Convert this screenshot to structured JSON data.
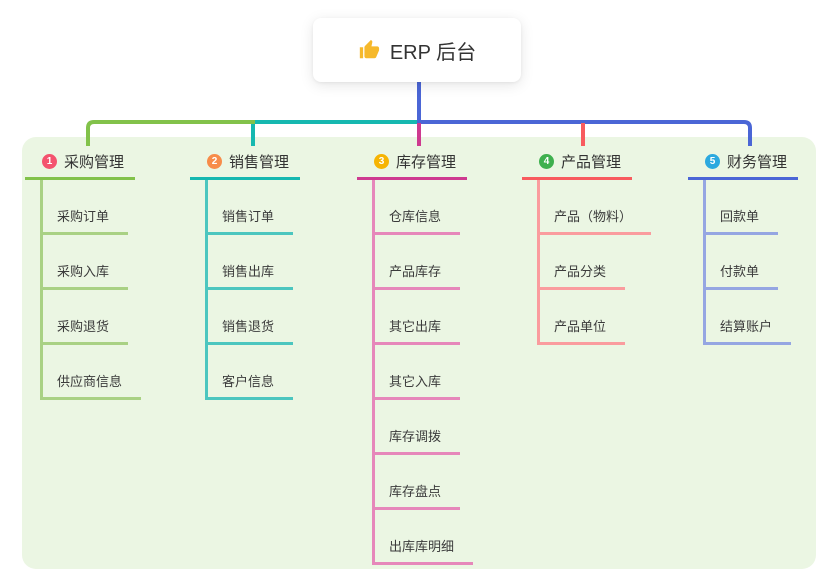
{
  "root": {
    "title": "ERP 后台",
    "icon": "thumbs-up-icon",
    "icon_color": "#F6B92B"
  },
  "canvas": {
    "background": "#ffffff",
    "panel_background": "#EBF6E3",
    "trunk_color": "#4B66D6"
  },
  "branches": [
    {
      "index": "1",
      "title": "采购管理",
      "badge_color": "#F4536E",
      "line_color": "#82C24A",
      "sub_line_color": "#A9D184",
      "items": [
        "采购订单",
        "采购入库",
        "采购退货",
        "供应商信息"
      ]
    },
    {
      "index": "2",
      "title": "销售管理",
      "badge_color": "#F78C49",
      "line_color": "#16B8B0",
      "sub_line_color": "#4CC6BF",
      "items": [
        "销售订单",
        "销售出库",
        "销售退货",
        "客户信息"
      ]
    },
    {
      "index": "3",
      "title": "库存管理",
      "badge_color": "#F6B403",
      "line_color": "#CE3A90",
      "sub_line_color": "#E687BA",
      "items": [
        "仓库信息",
        "产品库存",
        "其它出库",
        "其它入库",
        "库存调拨",
        "库存盘点",
        "出库库明细"
      ]
    },
    {
      "index": "4",
      "title": "产品管理",
      "badge_color": "#3EB04E",
      "line_color": "#F85B5E",
      "sub_line_color": "#FA9C9E",
      "items": [
        "产品（物料）",
        "产品分类",
        "产品单位"
      ]
    },
    {
      "index": "5",
      "title": "财务管理",
      "badge_color": "#2CA9DF",
      "line_color": "#4B66D6",
      "sub_line_color": "#95A6E2",
      "items": [
        "回款单",
        "付款单",
        "结算账户"
      ]
    }
  ]
}
